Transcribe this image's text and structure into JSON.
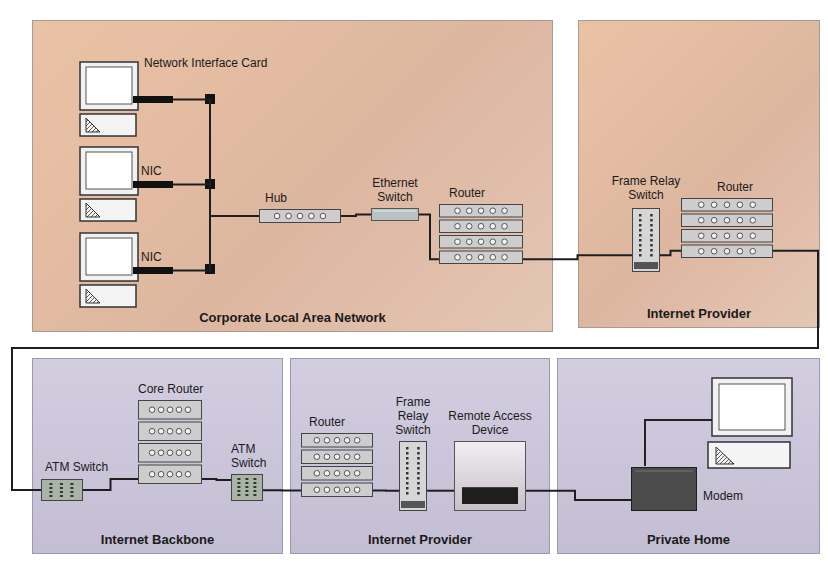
{
  "diagram": {
    "nodes": [
      {
        "text": [
          "Corporate Local Area Network"
        ]
      },
      {
        "text": [
          "Network Interface Card"
        ],
        "in": 0
      },
      {
        "text": [
          "NIC"
        ],
        "in": 0
      },
      {
        "text": [
          "NIC"
        ],
        "in": 0
      },
      {
        "text": [
          "Hub"
        ],
        "in": 0
      },
      {
        "text": [
          "Ethernet Switch"
        ],
        "in": 0
      },
      {
        "text": [
          "Router"
        ],
        "in": 0
      },
      {
        "text": [
          "Internet Provider"
        ]
      },
      {
        "text": [
          "Frame Relay Switch"
        ],
        "in": 7
      },
      {
        "text": [
          "Router"
        ],
        "in": 7
      },
      {
        "text": [
          "Internet Backbone"
        ]
      },
      {
        "text": [
          "ATM Switch"
        ],
        "in": 10
      },
      {
        "text": [
          "Core Router"
        ],
        "in": 10
      },
      {
        "text": [
          "ATM Switch"
        ],
        "in": 10
      },
      {
        "text": [
          "Internet Provider"
        ]
      },
      {
        "text": [
          "Router"
        ],
        "in": 14
      },
      {
        "text": [
          "Frame Relay Switch"
        ],
        "in": 14
      },
      {
        "text": [
          "Remote Access Device"
        ],
        "in": 14
      },
      {
        "text": [
          "Private Home"
        ]
      },
      {
        "text": [
          "Modem"
        ],
        "in": 18
      }
    ],
    "edges": [
      {
        "from": 1,
        "to": 4,
        "arrow": "none"
      },
      {
        "from": 2,
        "to": 4,
        "arrow": "none"
      },
      {
        "from": 3,
        "to": 4,
        "arrow": "none"
      },
      {
        "from": 4,
        "to": 5,
        "arrow": "none"
      },
      {
        "from": 5,
        "to": 6,
        "arrow": "none"
      },
      {
        "from": 6,
        "to": 8,
        "arrow": "none"
      },
      {
        "from": 8,
        "to": 9,
        "arrow": "none"
      },
      {
        "from": 9,
        "to": 11,
        "arrow": "none"
      },
      {
        "from": 11,
        "to": 12,
        "arrow": "none"
      },
      {
        "from": 12,
        "to": 13,
        "arrow": "none"
      },
      {
        "from": 13,
        "to": 15,
        "arrow": "none"
      },
      {
        "from": 15,
        "to": 16,
        "arrow": "none"
      },
      {
        "from": 16,
        "to": 17,
        "arrow": "none"
      },
      {
        "from": 17,
        "to": 19,
        "arrow": "none"
      }
    ]
  }
}
